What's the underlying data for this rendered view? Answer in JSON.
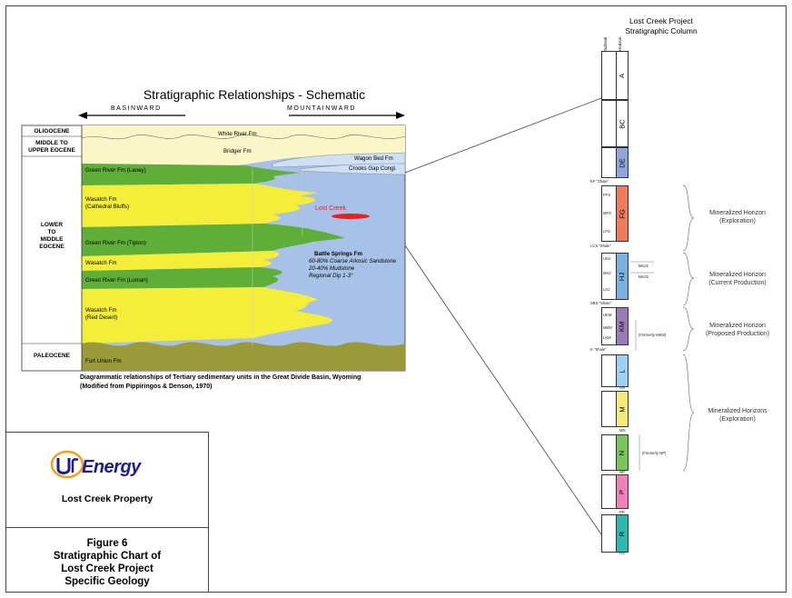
{
  "schematic": {
    "title": "Stratigraphic Relationships - Schematic",
    "dir_left": "BASINWARD",
    "dir_right": "MOUNTAINWARD",
    "ages": {
      "oligocene": "OLIGOCENE",
      "middle_upper": [
        "MIDDLE TO",
        "UPPER EOCENE"
      ],
      "lower_middle": [
        "LOWER",
        "TO",
        "MIDDLE",
        "EOCENE"
      ],
      "paleocene": "PALEOCENE"
    },
    "formations": {
      "white_river": "White River Fm",
      "bridger": "Bridger Fm",
      "wagon_bed": "Wagon Bed Fm",
      "crooks_gap": "Crooks Gap Congl.",
      "laney": "Green River Fm (Laney)",
      "cathedral_1": "Wasatch Fm",
      "cathedral_2": "(Cathedral Bluffs)",
      "tipton": "Green River Fm (Tipton)",
      "wasatch": "Wasatch Fm",
      "luman": "Green River Fm (Luman)",
      "red_desert_1": "Wasatch Fm",
      "red_desert_2": "(Red Desert)",
      "fort_union": "Fort Union Fm",
      "lost_creek": "Lost Creek",
      "battle_springs": "Battle Springs Fm",
      "bs_line1": "60-80% Coarse Arkosic Sandstone",
      "bs_line2": "20-40% Mudstone",
      "bs_line3": "Regional Dip 1-3°"
    },
    "caption": [
      "Diagrammatic relationships of Tertiary sedimentary units in the Great Divide Basin, Wyoming",
      "(Modified from Pippiringos & Denson, 1970)"
    ]
  },
  "column": {
    "title": [
      "Lost Creek Project",
      "Stratigraphic Column"
    ],
    "headers": {
      "subunit": "Subunit",
      "horizon": "Horizon"
    },
    "units": [
      {
        "label": "A",
        "color": "#ffffff"
      },
      {
        "label": "BC",
        "color": "#ffffff"
      },
      {
        "label": "DE",
        "color": "#8fa7d6"
      },
      {
        "label": "FG",
        "color": "#f07a5c"
      },
      {
        "label": "HJ",
        "color": "#7ab0df"
      },
      {
        "label": "KM",
        "color": "#9b7ab8"
      },
      {
        "label": "L",
        "color": "#9fd2f0"
      },
      {
        "label": "M",
        "color": "#f2ea7a"
      },
      {
        "label": "N",
        "color": "#7bc35a"
      },
      {
        "label": "P",
        "color": "#ee82b6"
      },
      {
        "label": "R",
        "color": "#2fb8b0"
      }
    ],
    "markers": {
      "ef": "EF \"Shale\"",
      "lcs": "LCS \"Shale\"",
      "sbs": "SBS \"Shale\"",
      "k": "K \"Shale\"",
      "lm": "LM",
      "mn": "MN",
      "np": "NP",
      "pr": "PR",
      "rs": "RS",
      "fg1": "FFG",
      "fg2": "MFG",
      "fg3": "LFG",
      "hj1": "UHJ",
      "hj2": "MHJ",
      "hj3": "LHJ",
      "km1": "UKM",
      "km2": "MKM",
      "km3": "LKM",
      "mhj1": "MHJ1",
      "mhj2": "MHJ2",
      "formerly_mkm": "(Formerly MKM)",
      "formerly_np": "(Formerly NP)"
    },
    "horizons": [
      [
        "Mineralized Horizon",
        "(Exploration)"
      ],
      [
        "Mineralized Horizon",
        "(Current Production)"
      ],
      [
        "Mineralized Horizon",
        "(Proposed Production)"
      ],
      [
        "Mineralized Horizons",
        "(Exploration)"
      ]
    ]
  },
  "titleblock": {
    "logo": "Energy",
    "logo_mark": "Ur",
    "property": "Lost Creek Property",
    "figure": [
      "Figure 6",
      "Stratigraphic Chart of",
      "Lost Creek Project",
      "Specific Geology"
    ]
  },
  "colors": {
    "cream": "#fbf6c8",
    "green": "#5fae3a",
    "yellow": "#f4ee3a",
    "blue": "#a7c2e6",
    "olive": "#9b9a3b",
    "red": "#e8211e"
  }
}
